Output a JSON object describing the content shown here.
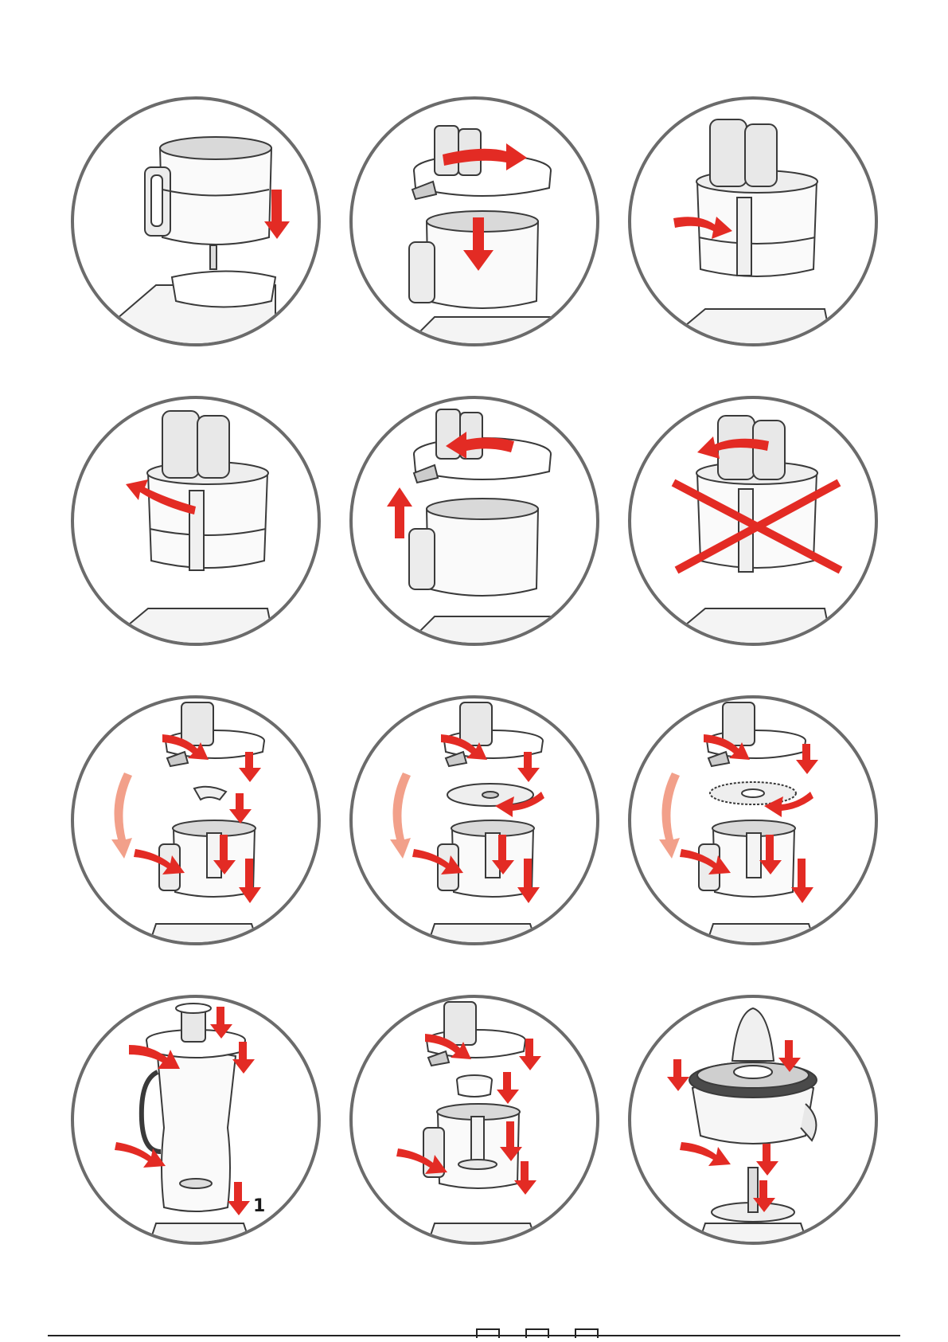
{
  "colors": {
    "arrow": "#e32b24",
    "arrow_light": "#f2a08a",
    "outline": "#3a3a3a",
    "circle": "#6b6b6b",
    "fill_shade": "#d9d9d9"
  },
  "panels": [
    {
      "id": "step-1",
      "label": "",
      "icons": [
        "bowl-lowering-icon",
        "arrow-down-icon"
      ]
    },
    {
      "id": "step-2",
      "label": "",
      "icons": [
        "lid-rotate-icon",
        "arrow-down-icon"
      ]
    },
    {
      "id": "step-3",
      "label": "",
      "icons": [
        "handle-lock-icon",
        "arrow-right-icon"
      ]
    },
    {
      "id": "step-4",
      "label": "",
      "icons": [
        "handle-unlock-icon",
        "arrow-left-icon"
      ]
    },
    {
      "id": "step-5",
      "label": "",
      "icons": [
        "lid-remove-icon",
        "arrow-up-icon"
      ]
    },
    {
      "id": "step-6",
      "label": "",
      "icons": [
        "prohibited-cross-icon"
      ]
    },
    {
      "id": "step-7",
      "label": "",
      "icons": [
        "chopper-blade-assembly-icon"
      ]
    },
    {
      "id": "step-8",
      "label": "",
      "icons": [
        "slicer-disc-assembly-icon"
      ]
    },
    {
      "id": "step-9",
      "label": "",
      "icons": [
        "grater-disc-assembly-icon"
      ]
    },
    {
      "id": "step-10",
      "label": "1",
      "icons": [
        "blender-jug-assembly-icon"
      ]
    },
    {
      "id": "step-11",
      "label": "",
      "icons": [
        "dough-tool-assembly-icon"
      ]
    },
    {
      "id": "step-12",
      "label": "",
      "icons": [
        "citrus-press-assembly-icon"
      ]
    }
  ]
}
